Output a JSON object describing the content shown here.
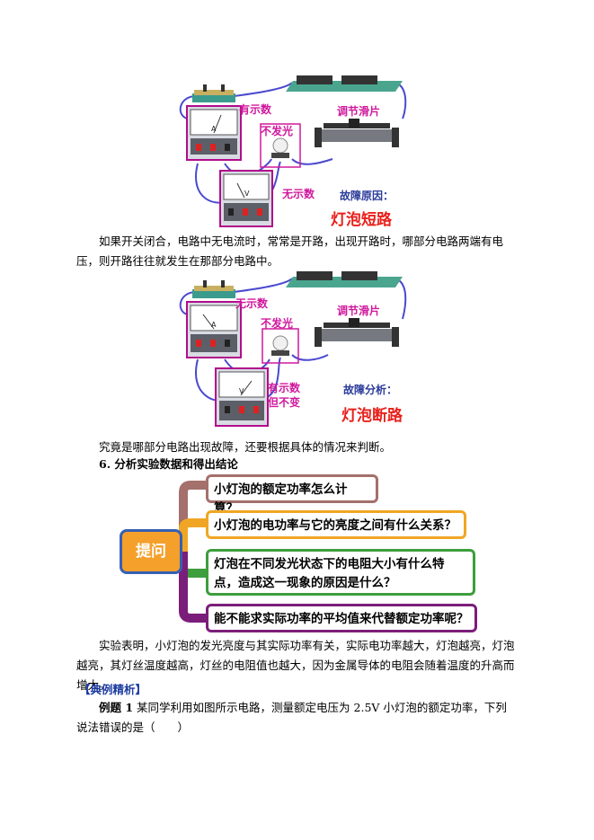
{
  "figure1": {
    "ammeter_label": "有示数",
    "lamp_label": "不发光",
    "rheostat_label": "调节滑片",
    "voltmeter_label": "无示数",
    "fault_title": "故障原因：",
    "fault_result": "灯泡短路",
    "ammeter_letter": "A",
    "voltmeter_letter": "V"
  },
  "text1": "如果开关闭合，电路中无电流时，常常是开路，出现开路时，哪部分电路两端有电压，则开路往往就发生在那部分电路中。",
  "figure2": {
    "ammeter_label": "无示数",
    "lamp_label": "不发光",
    "rheostat_label": "调节滑片",
    "voltmeter_label_1": "有示数",
    "voltmeter_label_2": "但不变",
    "fault_title": "故障分析：",
    "fault_result": "灯泡断路",
    "ammeter_letter": "A",
    "voltmeter_letter": "V"
  },
  "text2": "究竟是哪部分电路出现故障，还要根据具体的情况来判断。",
  "section6": "6. 分析实验数据和得出结论",
  "mindmap": {
    "hub": "提问",
    "questions": [
      {
        "text": "小灯泡的额定功率怎么计算？",
        "color": "#a4706c"
      },
      {
        "text": "小灯泡的电功率与它的亮度之间有什么关系？",
        "color": "#f0a624"
      },
      {
        "text": "灯泡在不同发光状态下的电阻大小有什么特点，造成这一现象的原因是什么？",
        "color": "#3d9e3d"
      },
      {
        "text": "能不能求实际功率的平均值来代替额定功率呢？",
        "color": "#7b1e7a"
      }
    ]
  },
  "text3": "实验表明，小灯泡的发光亮度与其实际功率有关，实际电功率越大，灯泡越亮，灯泡越亮，其灯丝温度越高，灯丝的电阻值也越大，因为金属导体的电阻会随着温度的升高而增大。",
  "example_header": "【典例精析】",
  "example_label": "例题 1",
  "example_text": "某同学利用如图所示电路，测量额定电压为 2.5V 小灯泡的额定功率，下列说法错误的是（　　）"
}
